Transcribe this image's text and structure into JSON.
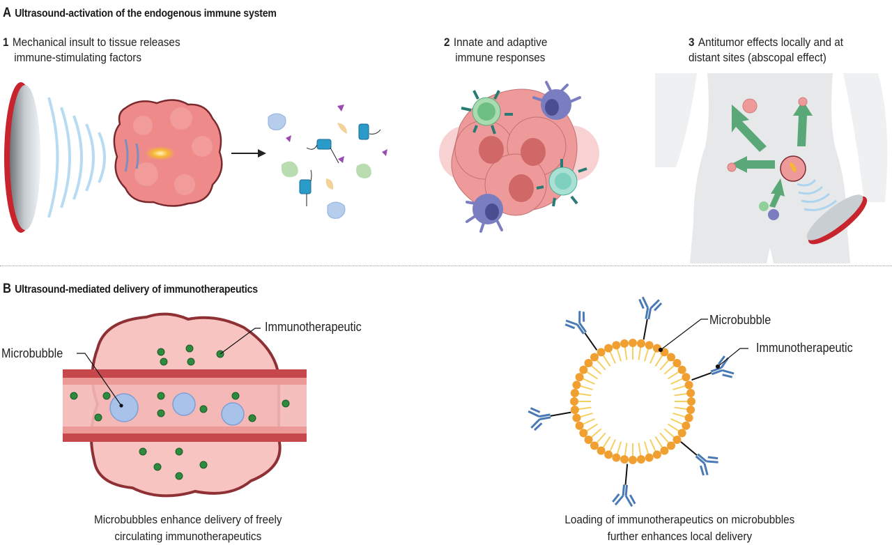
{
  "panel_a": {
    "letter": "A",
    "title": "Ultrasound-activation of the endogenous immune system",
    "steps": [
      {
        "num": "1",
        "line1": "Mechanical insult to tissue releases",
        "line2": "immune-stimulating factors"
      },
      {
        "num": "2",
        "line1": "Innate and adaptive",
        "line2": "immune responses"
      },
      {
        "num": "3",
        "line1": "Antitumor effects locally and at",
        "line2": "distant sites (abscopal effect)"
      }
    ]
  },
  "panel_b": {
    "letter": "B",
    "title": "Ultrasound-mediated delivery of immunotherapeutics",
    "left": {
      "label_microbubble": "Microbubble",
      "label_immunotherapeutic": "Immunotherapeutic",
      "caption_line1": "Microbubbles enhance delivery of freely",
      "caption_line2": "circulating immunotherapeutics"
    },
    "right": {
      "label_microbubble": "Microbubble",
      "label_immunotherapeutic": "Immunotherapeutic",
      "caption_line1": "Loading of immunotherapeutics on microbubbles",
      "caption_line2": "further enhances local delivery"
    }
  },
  "colors": {
    "tumor": "#ee8a8a",
    "tumor_outline": "#7a2a2e",
    "transducer_rim": "#d8313a",
    "wave": "#8ec6ea",
    "drug_dot": "#2e8b3e",
    "microbubble": "#a9c2ea",
    "lipid_head": "#f0a030",
    "lipid_tail": "#f5d060",
    "antibody": "#4a7ab5",
    "arrow_green": "#5aa878",
    "body_silhouette": "#e6e8ea"
  },
  "icons": {
    "transducer": "ultrasound-transducer-icon",
    "tumor": "tumor-icon",
    "arrow": "arrow-right-icon",
    "factors": "immune-factors-icon",
    "cells": "immune-cells-icon",
    "body": "human-body-icon",
    "vessel": "blood-vessel-icon",
    "microbubble": "microbubble-icon",
    "antibody": "antibody-icon"
  }
}
